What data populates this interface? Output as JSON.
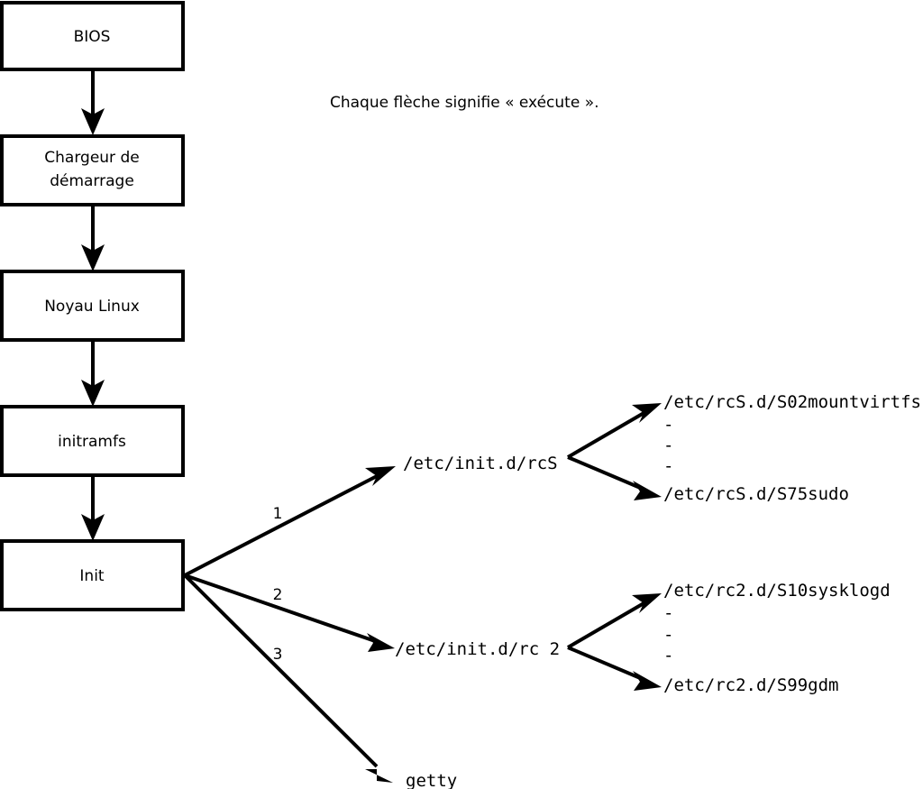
{
  "diagram": {
    "title_note": "Chaque flèche signifie « exécute ».",
    "boot_chain": [
      {
        "id": "bios",
        "label": "BIOS"
      },
      {
        "id": "bootloader",
        "label": "Chargeur de\ndémarrage",
        "line1": "Chargeur de",
        "line2": "démarrage"
      },
      {
        "id": "kernel",
        "label": "Noyau Linux"
      },
      {
        "id": "initramfs",
        "label": "initramfs"
      },
      {
        "id": "init",
        "label": "Init"
      }
    ],
    "init_branches": [
      {
        "number": "1",
        "target": "/etc/init.d/rcS"
      },
      {
        "number": "2",
        "target": "/etc/init.d/rc 2"
      },
      {
        "number": "3",
        "target": "getty"
      }
    ],
    "rcs_scripts": {
      "first": "/etc/rcS.d/S02mountvirtfs",
      "ellipsis": [
        "-",
        "-",
        "-"
      ],
      "last": "/etc/rcS.d/S75sudo"
    },
    "rc2_scripts": {
      "first": "/etc/rc2.d/S10sysklogd",
      "ellipsis": [
        "-",
        "-",
        "-"
      ],
      "last": "/etc/rc2.d/S99gdm"
    },
    "colors": {
      "stroke": "#000000",
      "fill": "#ffffff",
      "background": "#ffffff"
    }
  }
}
